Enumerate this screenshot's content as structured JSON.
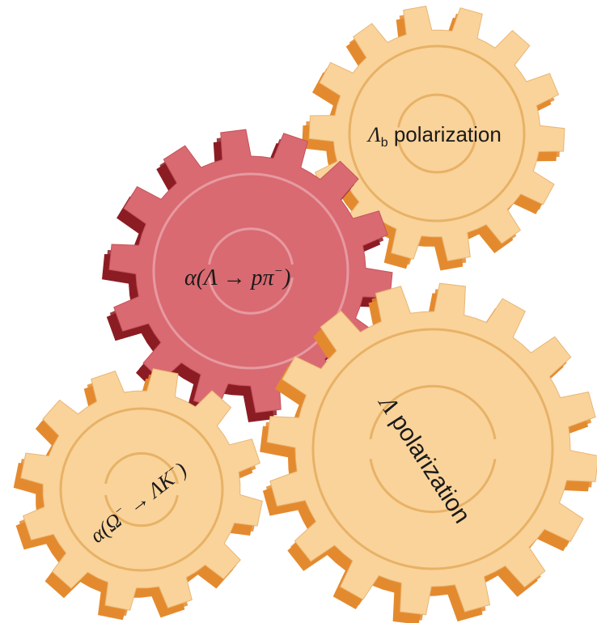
{
  "colors": {
    "background": "#ffffff",
    "gold_face": "#fad39a",
    "gold_face_light": "#fde6bf",
    "gold_side": "#e48a2e",
    "gold_side_dark": "#c66f1c",
    "gold_arc": "#e7b267",
    "red_face": "#d96a72",
    "red_face_light": "#e78a90",
    "red_side": "#8c1c23",
    "red_arc": "#e79aa0",
    "text": "#1a1a1a"
  },
  "gears": [
    {
      "id": "lambda_b",
      "label": {
        "symbol": "Λ",
        "sub": "b",
        "text": " polarization"
      },
      "color": "gold"
    },
    {
      "id": "alpha_lambda",
      "label": {
        "pre": "α(",
        "symbol": "Λ",
        "arrow": " → ",
        "tail": "pπ",
        "sup": "−",
        "close": ")"
      },
      "color": "red"
    },
    {
      "id": "lambda",
      "label": {
        "symbol": "Λ",
        "text": " polarization"
      },
      "color": "gold"
    },
    {
      "id": "alpha_omega",
      "label": {
        "pre": "α(",
        "symbol": "Ω",
        "sup1": "−",
        "arrow": " → ",
        "tail": "ΛK",
        "sup2": "−",
        "close": ")"
      },
      "color": "gold"
    }
  ]
}
